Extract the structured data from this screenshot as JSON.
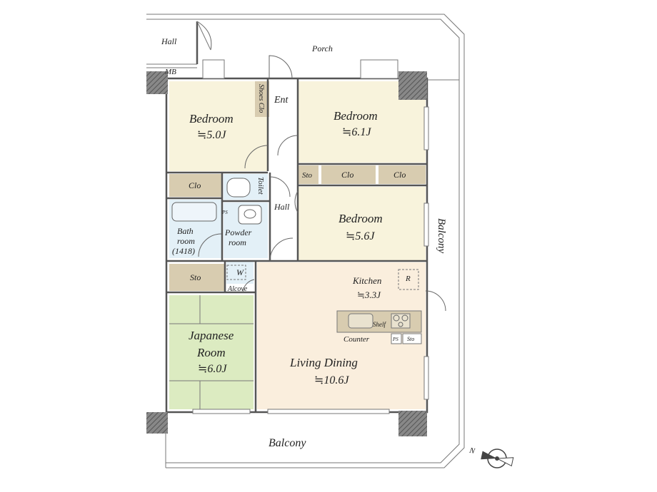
{
  "labels": {
    "hall_top": "Hall",
    "mb": "MB",
    "porch": "Porch",
    "shoes_clo": "Shoes Clo",
    "ent": "Ent",
    "bedroom_left_name": "Bedroom",
    "bedroom_left_size": "≒5.0J",
    "bedroom_right_name": "Bedroom",
    "bedroom_right_size": "≒6.1J",
    "clo_left": "Clo",
    "toilet": "Toilet",
    "sto_mid": "Sto",
    "clo_mid": "Clo",
    "clo_right": "Clo",
    "ps_bath": "PS",
    "hall_mid": "Hall",
    "bath_line1": "Bath",
    "bath_line2": "room",
    "bath_line3": "(1418)",
    "powder_line1": "Powder",
    "powder_line2": "room",
    "bedroom_mid_name": "Bedroom",
    "bedroom_mid_size": "≒5.6J",
    "balcony_right": "Balcony",
    "sto_left": "Sto",
    "w": "W",
    "alcove": "Alcove",
    "kitchen_name": "Kitchen",
    "kitchen_size": "≒3.3J",
    "r": "R",
    "shelf": "Shelf",
    "counter": "Counter",
    "ps_counter": "PS",
    "sto_counter": "Sto",
    "japanese_line1": "Japanese",
    "japanese_line2": "Room",
    "japanese_size": "≒6.0J",
    "living_name": "Living Dining",
    "living_size": "≒10.6J",
    "balcony_bottom": "Balcony",
    "compass_n": "N"
  },
  "colors": {
    "bedroom_fill": "#f8f3dc",
    "closet_fill": "#d8ccb0",
    "wet_fill": "#e3f0f7",
    "tatami_fill": "#dcebc1",
    "living_fill": "#faeedd",
    "counter_fill": "#d8ccb0",
    "wall_dark": "#6e6e6e"
  },
  "icons": {
    "compass": "compass-icon",
    "bathtub": "bathtub-icon",
    "toilet_fixture": "toilet-icon",
    "sink": "sink-icon",
    "stove": "stove-icon",
    "kitchen_sink": "kitchen-sink-icon"
  }
}
